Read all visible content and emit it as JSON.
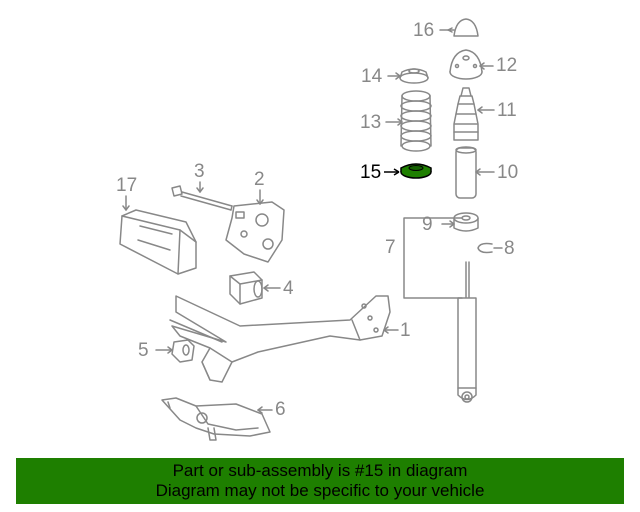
{
  "diagram": {
    "highlight_part": "15",
    "highlight_color": "#1e7f00",
    "line_color": "#888888",
    "callouts": {
      "p1": "1",
      "p2": "2",
      "p3": "3",
      "p4": "4",
      "p5": "5",
      "p6": "6",
      "p7": "7",
      "p8": "8",
      "p9": "9",
      "p10": "10",
      "p11": "11",
      "p12": "12",
      "p13": "13",
      "p14": "14",
      "p15": "15",
      "p16": "16",
      "p17": "17"
    }
  },
  "banner": {
    "line1": "Part or sub-assembly is #15 in diagram",
    "line2": "Diagram may not be specific to your vehicle",
    "background": "#1e7f00"
  }
}
